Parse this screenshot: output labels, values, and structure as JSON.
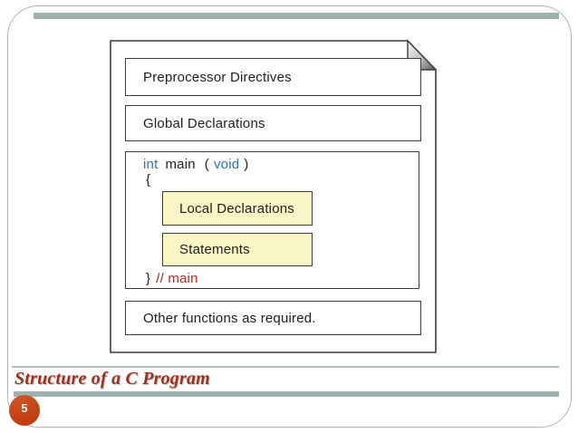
{
  "slide": {
    "title": "Structure of a C Program",
    "page_number": "5"
  },
  "diagram": {
    "preprocessor_label": "Preprocessor Directives",
    "global_label": "Global Declarations",
    "local_label": "Local Declarations",
    "statements_label": "Statements",
    "other_label": "Other functions as required.",
    "code": {
      "int_keyword": "int",
      "main_name": "main",
      "open_paren": "(",
      "void_keyword": "void",
      "close_paren": ")",
      "open_brace": "{",
      "close_brace": "}",
      "main_comment": "// main"
    }
  },
  "colors": {
    "accent_teal": "#9FB2AF",
    "title_red": "#A02E1E",
    "keyword_blue": "#2B74B8",
    "comment_red": "#C4251B",
    "badge_orange": "#C64315",
    "note_yellow": "#FAF5C5"
  }
}
